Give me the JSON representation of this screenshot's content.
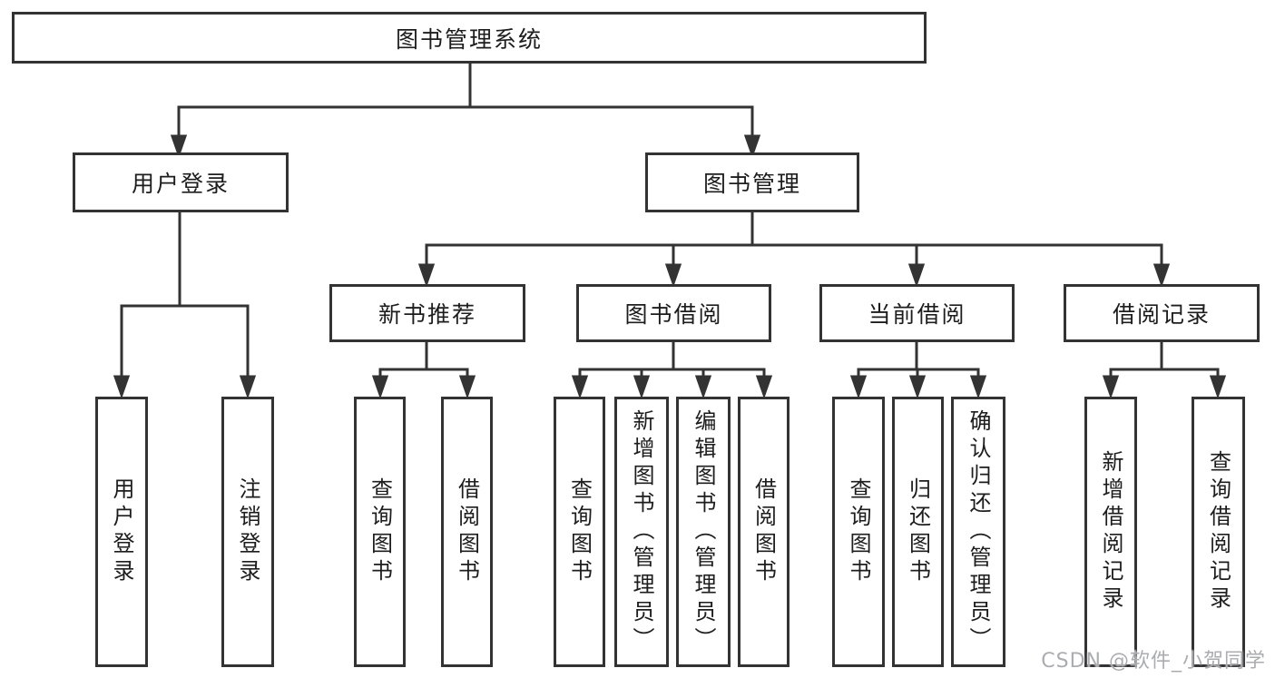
{
  "diagram": {
    "root": {
      "label": "图书管理系统"
    },
    "level2": [
      {
        "id": "user-login",
        "label": "用户登录"
      },
      {
        "id": "book-management",
        "label": "图书管理"
      }
    ],
    "level3": [
      {
        "id": "new-book-recommend",
        "parent": "图书管理",
        "label": "新书推荐"
      },
      {
        "id": "book-borrow",
        "parent": "图书管理",
        "label": "图书借阅"
      },
      {
        "id": "current-borrow",
        "parent": "图书管理",
        "label": "当前借阅"
      },
      {
        "id": "borrow-records",
        "parent": "图书管理",
        "label": "借阅记录"
      }
    ],
    "leaves": [
      {
        "parent": "用户登录",
        "label": "用户登录"
      },
      {
        "parent": "用户登录",
        "label": "注销登录"
      },
      {
        "parent": "新书推荐",
        "label": "查询图书"
      },
      {
        "parent": "新书推荐",
        "label": "借阅图书"
      },
      {
        "parent": "图书借阅",
        "label": "查询图书"
      },
      {
        "parent": "图书借阅",
        "label": "新增图书（管理员）"
      },
      {
        "parent": "图书借阅",
        "label": "编辑图书（管理员）"
      },
      {
        "parent": "图书借阅",
        "label": "借阅图书"
      },
      {
        "parent": "当前借阅",
        "label": "查询图书"
      },
      {
        "parent": "当前借阅",
        "label": "归还图书"
      },
      {
        "parent": "当前借阅",
        "label": "确认归还（管理员）"
      },
      {
        "parent": "借阅记录",
        "label": "新增借阅记录"
      },
      {
        "parent": "借阅记录",
        "label": "查询借阅记录"
      }
    ]
  },
  "watermark": {
    "text": "CSDN @软件_小贺同学"
  },
  "colors": {
    "line": "#333333",
    "text": "#1d1d1d",
    "background": "#ffffff",
    "watermark": "#abacb0"
  }
}
